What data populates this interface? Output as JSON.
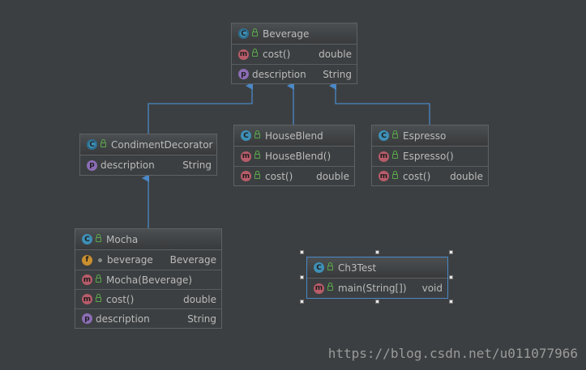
{
  "diagram": {
    "beverage": {
      "title": "Beverage",
      "rows": [
        {
          "badge": "m",
          "name": "cost()",
          "type": "double"
        },
        {
          "badge": "p",
          "name": "description",
          "type": "String"
        }
      ]
    },
    "condiment_decorator": {
      "title": "CondimentDecorator",
      "rows": [
        {
          "badge": "p",
          "name": "description",
          "type": "String"
        }
      ]
    },
    "house_blend": {
      "title": "HouseBlend",
      "rows": [
        {
          "badge": "m",
          "name": "HouseBlend()",
          "type": ""
        },
        {
          "badge": "m",
          "name": "cost()",
          "type": "double"
        }
      ]
    },
    "espresso": {
      "title": "Espresso",
      "rows": [
        {
          "badge": "m",
          "name": "Espresso()",
          "type": ""
        },
        {
          "badge": "m",
          "name": "cost()",
          "type": "double"
        }
      ]
    },
    "mocha": {
      "title": "Mocha",
      "rows": [
        {
          "badge": "f",
          "name": "beverage",
          "type": "Beverage"
        },
        {
          "badge": "m",
          "name": "Mocha(Beverage)",
          "type": ""
        },
        {
          "badge": "m",
          "name": "cost()",
          "type": "double"
        },
        {
          "badge": "p",
          "name": "description",
          "type": "String"
        }
      ]
    },
    "ch3test": {
      "title": "Ch3Test",
      "rows": [
        {
          "badge": "m",
          "name": "main(String[])",
          "type": "void"
        }
      ]
    }
  },
  "icons": {
    "class": "class-icon",
    "abstract_class": "abstract-class-icon",
    "method": "method-icon",
    "field": "field-icon",
    "property": "property-icon"
  },
  "colors": {
    "background": "#3c3f41",
    "edge": "#4a88c7",
    "class_badge": "#3e8fb6",
    "method_badge": "#b85c6a",
    "field_badge": "#c98f2e",
    "property_badge": "#8b6db5"
  },
  "watermark": "https://blog.csdn.net/u011077966"
}
